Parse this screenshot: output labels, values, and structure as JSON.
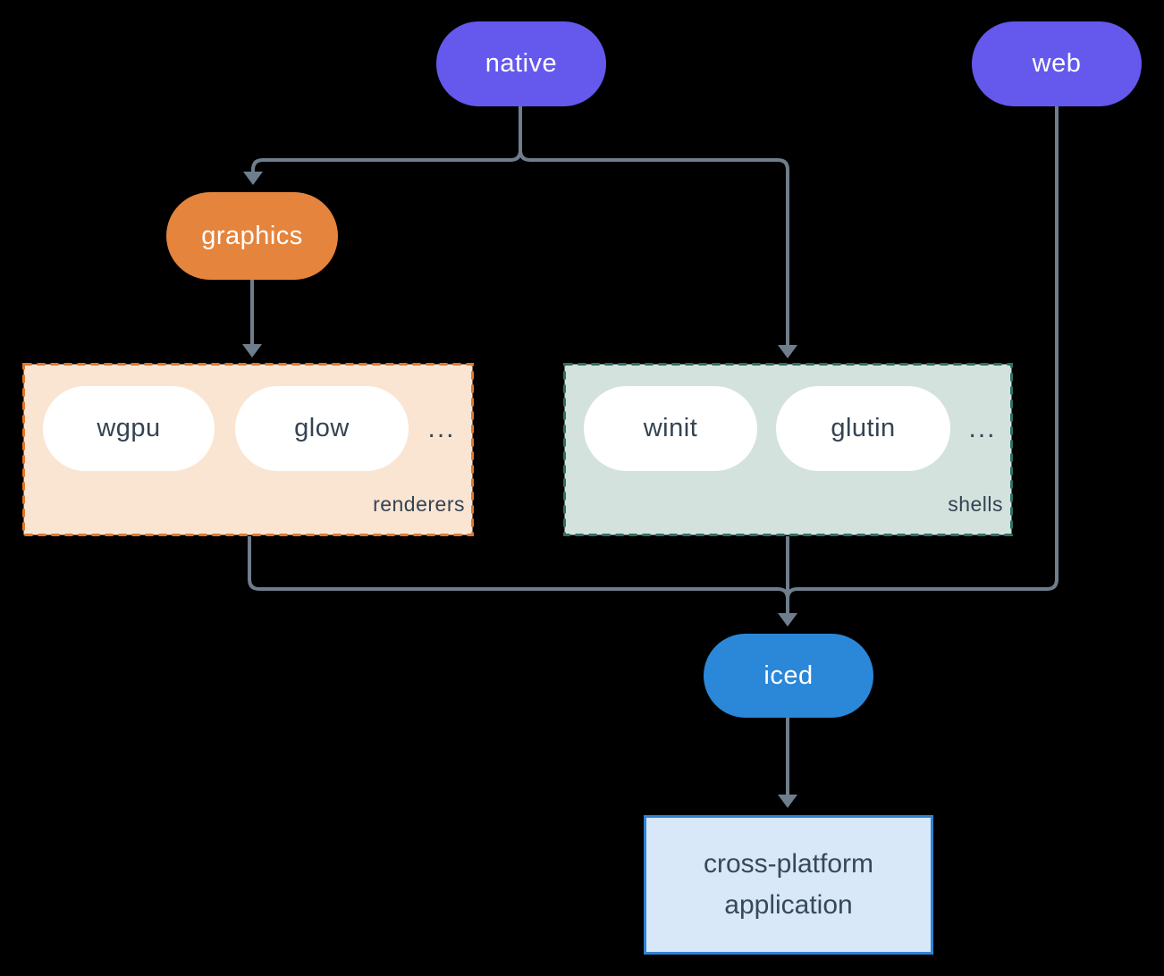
{
  "background": "#000000",
  "connector_color": "#6f7e8c",
  "item_text_color": "#344352",
  "nodes": {
    "native": {
      "label": "native",
      "fill": "#6459ec",
      "text_color": "#ffffff"
    },
    "web": {
      "label": "web",
      "fill": "#6459ec",
      "text_color": "#ffffff"
    },
    "graphics": {
      "label": "graphics",
      "fill": "#e5843c",
      "text_color": "#ffffff"
    },
    "iced": {
      "label": "iced",
      "fill": "#2b87d8",
      "text_color": "#ffffff"
    }
  },
  "groups": {
    "renderers": {
      "label": "renderers",
      "items": [
        "wgpu",
        "glow"
      ],
      "ellipsis": "...",
      "fill": "#fae5d3",
      "border_color": "#e2772b",
      "item_fill": "#ffffff"
    },
    "shells": {
      "label": "shells",
      "items": [
        "winit",
        "glutin"
      ],
      "ellipsis": "...",
      "fill": "#d3e2dc",
      "border_color": "#2e6f66",
      "item_fill": "#ffffff"
    }
  },
  "application": {
    "label": "cross-platform application",
    "fill": "#d8e8f8",
    "border_color": "#2f83d3",
    "text_color": "#36495a"
  }
}
